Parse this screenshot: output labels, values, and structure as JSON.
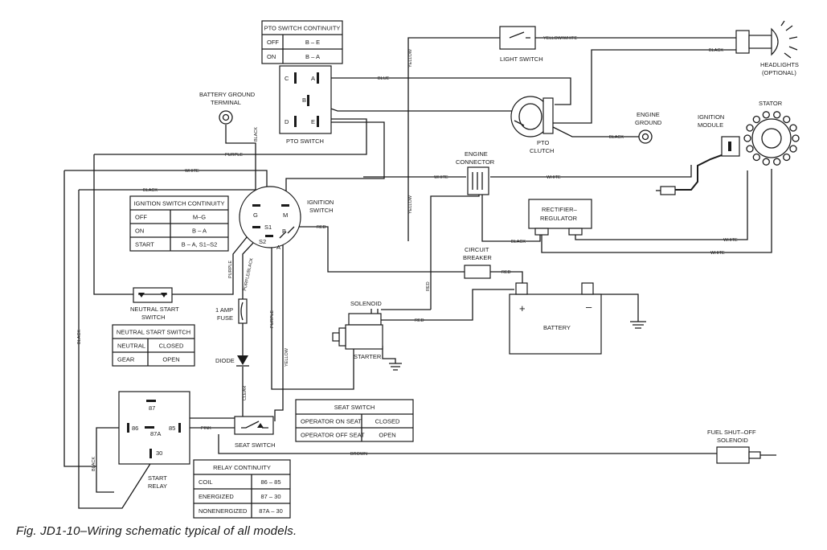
{
  "caption": "Fig. JD1-10–Wiring schematic typical of all models.",
  "components": {
    "pto_switch": "PTO SWITCH",
    "battery_ground_terminal": [
      "BATTERY GROUND",
      "TERMINAL"
    ],
    "light_switch": "LIGHT SWITCH",
    "headlights": [
      "HEADLIGHTS",
      "(OPTIONAL)"
    ],
    "pto_clutch": [
      "PTO",
      "CLUTCH"
    ],
    "engine_ground": [
      "ENGINE",
      "GROUND"
    ],
    "ignition_module": [
      "IGNITION",
      "MODULE"
    ],
    "stator": "STATOR",
    "engine_connector": [
      "ENGINE",
      "CONNECTOR"
    ],
    "ignition_switch": [
      "IGNITION",
      "SWITCH"
    ],
    "rectifier_regulator": [
      "RECTIFIER–",
      "REGULATOR"
    ],
    "circuit_breaker": [
      "CIRCUIT",
      "BREAKER"
    ],
    "neutral_start_switch": [
      "NEUTRAL START",
      "SWITCH"
    ],
    "amp_fuse": [
      "1 AMP",
      "FUSE"
    ],
    "diode": "DIODE",
    "solenoid": "SOLENOID",
    "starter": "STARTER",
    "battery": "BATTERY",
    "battery_plus": "+",
    "battery_minus": "–",
    "seat_switch": "SEAT SWITCH",
    "start_relay": [
      "START",
      "RELAY"
    ],
    "fuel_shutoff_solenoid": [
      "FUEL SHUT–OFF",
      "SOLENOID"
    ]
  },
  "terminals": {
    "pto": [
      "C",
      "A",
      "B",
      "D",
      "E"
    ],
    "ignition": [
      "G",
      "M",
      "S1",
      "B",
      "S2",
      "A"
    ],
    "relay": [
      "87",
      "86",
      "87A",
      "85",
      "30"
    ]
  },
  "wire_labels": {
    "yellow_white": "YELLOW/WHITE",
    "black": "BLACK",
    "yellow": "YELLOW",
    "blue": "BLUE",
    "purple": "PURPLE",
    "white": "WHITE",
    "red": "RED",
    "purple_black": "PURPLE/BLACK",
    "clear": "CLEAR",
    "pink": "PINK",
    "brown": "BROWN"
  },
  "tables": {
    "pto_switch_continuity": {
      "title": "PTO SWITCH CONTINUITY",
      "rows": [
        [
          "OFF",
          "B – E"
        ],
        [
          "ON",
          "B – A"
        ]
      ]
    },
    "ignition_switch_continuity": {
      "title": "IGNITION SWITCH CONTINUITY",
      "rows": [
        [
          "OFF",
          "M–G"
        ],
        [
          "ON",
          "B – A"
        ],
        [
          "START",
          "B – A, S1–S2"
        ]
      ]
    },
    "neutral_start_switch": {
      "title": "NEUTRAL START SWITCH",
      "rows": [
        [
          "NEUTRAL",
          "CLOSED"
        ],
        [
          "GEAR",
          "OPEN"
        ]
      ]
    },
    "seat_switch": {
      "title": "SEAT SWITCH",
      "rows": [
        [
          "OPERATOR ON SEAT",
          "CLOSED"
        ],
        [
          "OPERATOR OFF SEAT",
          "OPEN"
        ]
      ]
    },
    "relay_continuity": {
      "title": "RELAY CONTINUITY",
      "rows": [
        [
          "COIL",
          "86 – 85"
        ],
        [
          "ENERGIZED",
          "87 – 30"
        ],
        [
          "NONENERGIZED",
          "87A – 30"
        ]
      ]
    }
  }
}
